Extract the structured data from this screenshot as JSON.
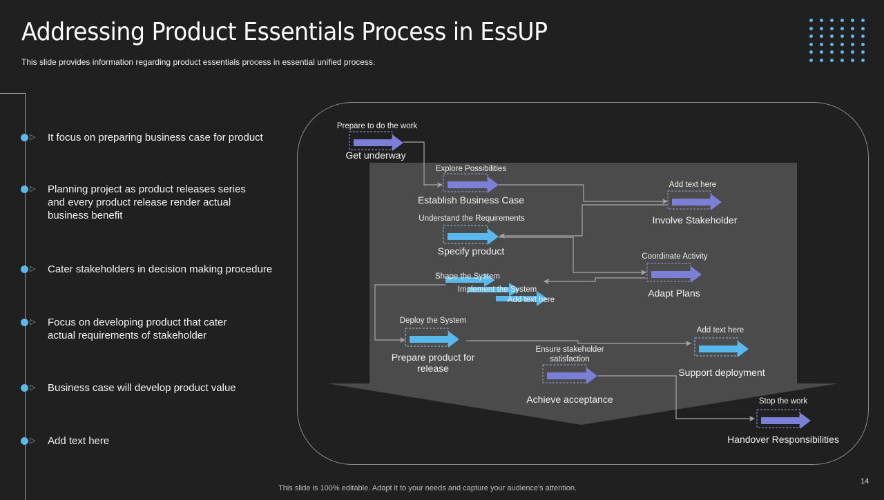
{
  "header": {
    "title": "Addressing Product Essentials Process in EssUP",
    "subtitle": "This slide provides  information  regarding  product essentials process in essential unified  process."
  },
  "bullets": [
    {
      "text": "It focus on preparing business case for product"
    },
    {
      "text": "Planning project as product releases series\nand every product release render actual\nbusiness benefit"
    },
    {
      "text": "Cater stakeholders in decision making procedure"
    },
    {
      "text": "Focus on developing product that cater\nactual requirements of stakeholder"
    },
    {
      "text": "Business case will develop product value"
    },
    {
      "text": "Add text here"
    }
  ],
  "diagram": {
    "colors": {
      "purple": "#7b7fd6",
      "blue": "#57b9ec",
      "panel": "#4b4b4b",
      "connector": "#a8a8a8"
    },
    "steps": [
      {
        "top_label": "Prepare to do the work",
        "bottom_label": "Get underway",
        "color": "purple"
      },
      {
        "top_label": "Explore Possibilities",
        "bottom_label": "Establish Business Case",
        "color": "purple"
      },
      {
        "top_label": "Add text here",
        "bottom_label": "Involve Stakeholder",
        "color": "purple"
      },
      {
        "top_label": "Understand the Requirements",
        "bottom_label": "Specify product",
        "color": "blue"
      },
      {
        "top_label": "Coordinate Activity",
        "bottom_label": "Adapt Plans",
        "color": "purple"
      },
      {
        "top_label": "Shape the System",
        "bottom_label": "",
        "color": "blue"
      },
      {
        "top_label": "Implement the System",
        "bottom_label": "",
        "color": "blue"
      },
      {
        "top_label": "Add text here",
        "bottom_label": "",
        "color": "blue"
      },
      {
        "top_label": "Deploy the System",
        "bottom_label": "Prepare product for\nrelease",
        "color": "blue"
      },
      {
        "top_label": "Add text here",
        "bottom_label": "Support deployment",
        "color": "blue"
      },
      {
        "top_label": "Ensure stakeholder\nsatisfaction",
        "bottom_label": "Achieve acceptance",
        "color": "purple"
      },
      {
        "top_label": "Stop the work",
        "bottom_label": "Handover Responsibilities",
        "color": "purple"
      }
    ]
  },
  "footer": {
    "note": "This slide is 100% editable. Adapt it to your needs and capture your audience's attention.",
    "page_number": "14"
  },
  "decor": {
    "dot_color": "#5db8e6"
  }
}
